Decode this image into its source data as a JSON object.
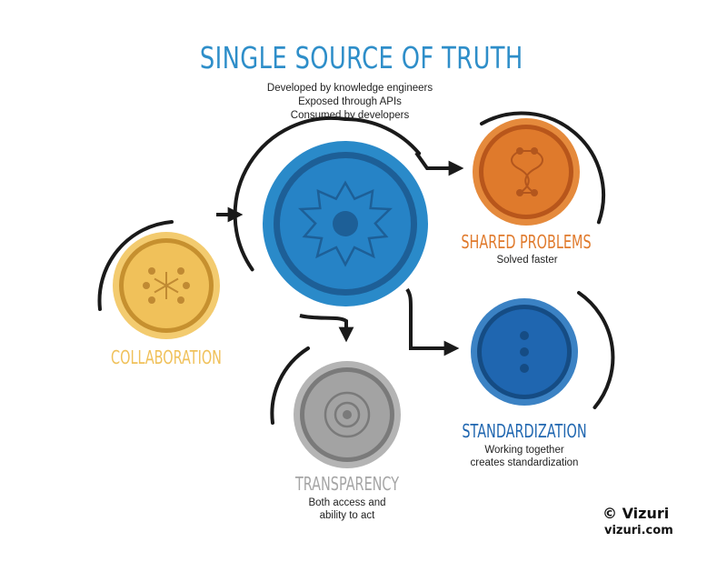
{
  "title": "SINGLE SOURCE OF TRUTH",
  "subtitle_lines": [
    "Developed by knowledge engineers",
    "Exposed through APIs",
    "Consumed by developers"
  ],
  "nodes": {
    "shared_problems": {
      "label": "SHARED PROBLEMS",
      "desc_lines": [
        "Solved faster"
      ]
    },
    "collaboration": {
      "label": "COLLABORATION"
    },
    "standardization": {
      "label": "STANDARDIZATION",
      "desc_lines": [
        "Working together",
        "creates standardization"
      ]
    },
    "transparency": {
      "label": "TRANSPARENCY",
      "desc_lines": [
        "Both access and",
        "ability to act"
      ]
    }
  },
  "brand": {
    "copyright": "© Vizuri",
    "url": "vizuri.com"
  },
  "colors": {
    "title": "#2e8ec9",
    "center_blue": "#2683c6",
    "orange": "#e07a2c",
    "yellow": "#f0c15a",
    "navy": "#1f66b0",
    "gray": "#a5a5a5",
    "arrow": "#1a1a1a"
  }
}
